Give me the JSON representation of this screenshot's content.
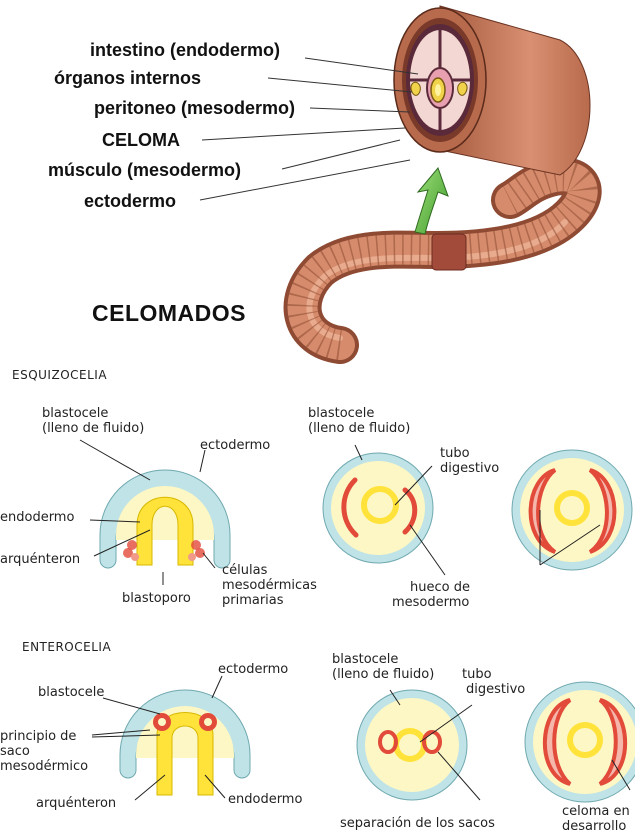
{
  "top": {
    "labels": [
      "intestino (endodermo)",
      "órganos internos",
      "peritoneo (mesodermo)",
      "CELOMA",
      "músculo (mesodermo)",
      "ectodermo"
    ],
    "title": "CELOMADOS"
  },
  "esquizocelia": {
    "heading": "ESQUIZOCELIA",
    "d1": {
      "blastocele": [
        "blastocele",
        "(lleno de fluido)"
      ],
      "ectodermo": "ectodermo",
      "endodermo": "endodermo",
      "arquenteron": "arquénteron",
      "blastoporo": "blastoporo",
      "celulas": [
        "células",
        "mesodérmicas",
        "primarias"
      ]
    },
    "d2": {
      "blastocele": [
        "blastocele",
        "(lleno de fluido)"
      ],
      "tubo": [
        "tubo",
        "digestivo"
      ],
      "hueco": [
        "hueco de",
        "mesodermo"
      ]
    }
  },
  "enterocelia": {
    "heading": "ENTEROCELIA",
    "d1": {
      "ectodermo": "ectodermo",
      "blastocele": "blastocele",
      "principio": [
        "principio de",
        "saco",
        "mesodérmico"
      ],
      "arquenteron": "arquénteron",
      "endodermo": "endodermo"
    },
    "d2": {
      "blastocele": [
        "blastocele",
        "(lleno de fluido)"
      ],
      "tubo": [
        "tubo",
        "digestivo"
      ],
      "separacion": "separación de los  sacos"
    },
    "d3": {
      "celoma": [
        "celoma en",
        "desarrollo"
      ]
    }
  }
}
